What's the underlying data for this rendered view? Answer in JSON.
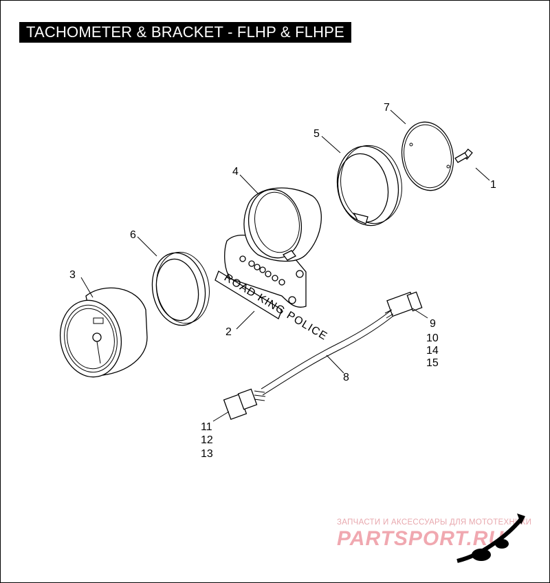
{
  "title": "TACHOMETER & BRACKET - FLHP & FLHPE",
  "callouts": {
    "c1": "1",
    "c2": "2",
    "c3": "3",
    "c4": "4",
    "c5": "5",
    "c6": "6",
    "c7": "7",
    "c8": "8",
    "c9": "9",
    "c10": "10",
    "c11": "11",
    "c12": "12",
    "c13": "13",
    "c14": "14",
    "c15": "15"
  },
  "nameplate_text": "ROAD KING POLICE",
  "watermark": {
    "caption": "ЗАПЧАСТИ И АКСЕССУАРЫ ДЛЯ МОТОТЕХНИКИ",
    "brand": "PARTSPORT.RU",
    "color": "#f0a8b0"
  }
}
